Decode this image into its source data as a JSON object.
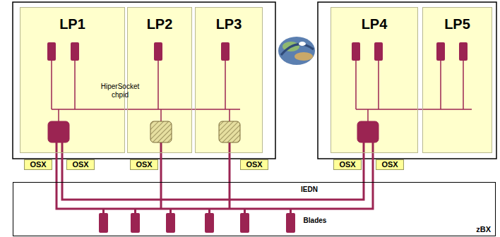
{
  "diagram": {
    "nodes": [
      {
        "text": [
          "LP1"
        ]
      },
      {
        "text": [
          "LP2"
        ]
      },
      {
        "text": [
          "LP3"
        ]
      },
      {
        "text": [
          "LP4"
        ]
      },
      {
        "text": [
          "LP5"
        ]
      },
      {
        "text": [
          "OSX"
        ]
      },
      {
        "text": [
          "OSX"
        ]
      },
      {
        "text": [
          "OSX"
        ]
      },
      {
        "text": [
          "OSX"
        ]
      },
      {
        "text": [
          "OSX"
        ]
      },
      {
        "text": [
          "OSX"
        ]
      },
      {
        "text": [
          "zBX"
        ]
      }
    ],
    "labels": [
      "HiperSocket chpid",
      "IEDN",
      "Blades"
    ]
  }
}
